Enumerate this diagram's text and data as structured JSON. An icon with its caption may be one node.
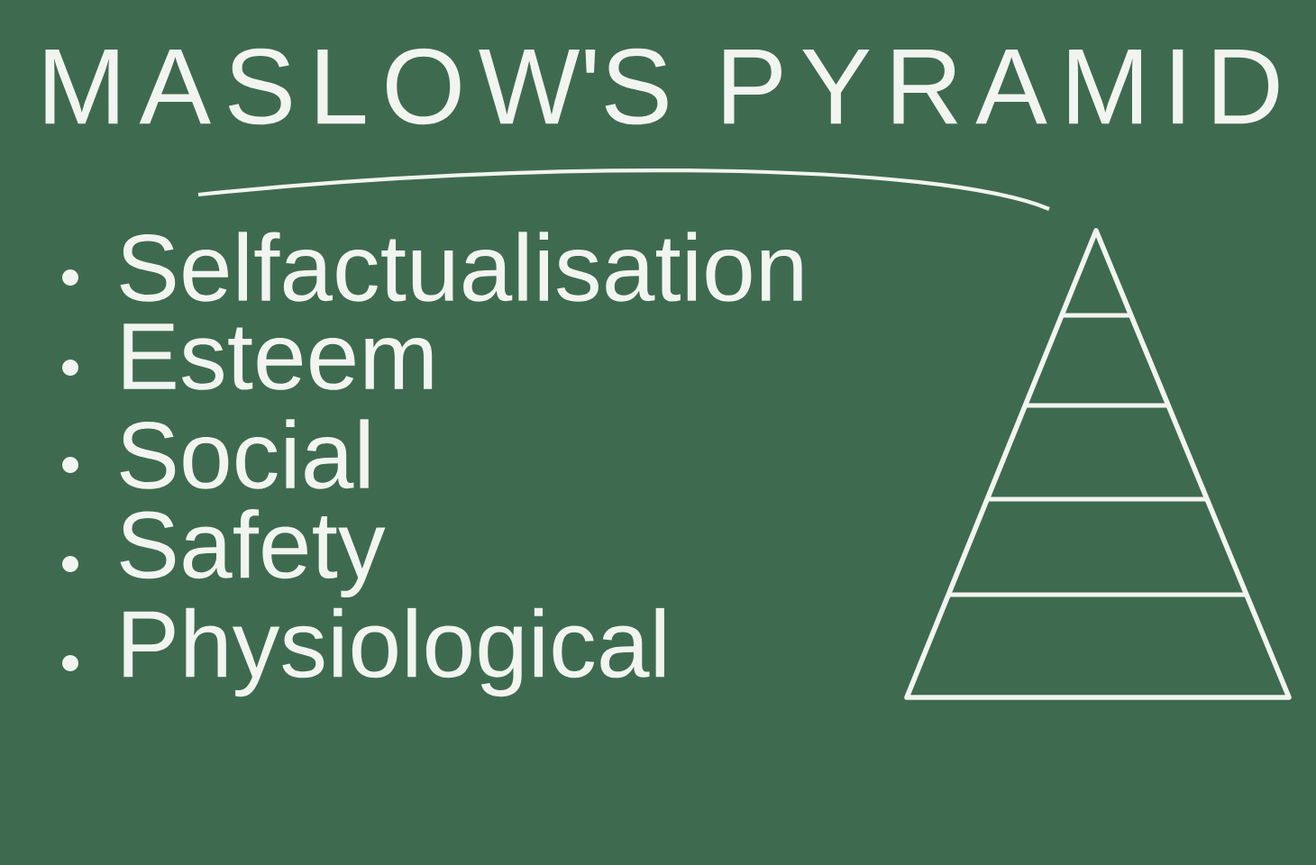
{
  "diagram": {
    "title": "MASLOW'S PYRAMID",
    "labels": [
      "Selfactualisation",
      "Esteem",
      "Social",
      "Safety",
      "Physiological"
    ]
  }
}
